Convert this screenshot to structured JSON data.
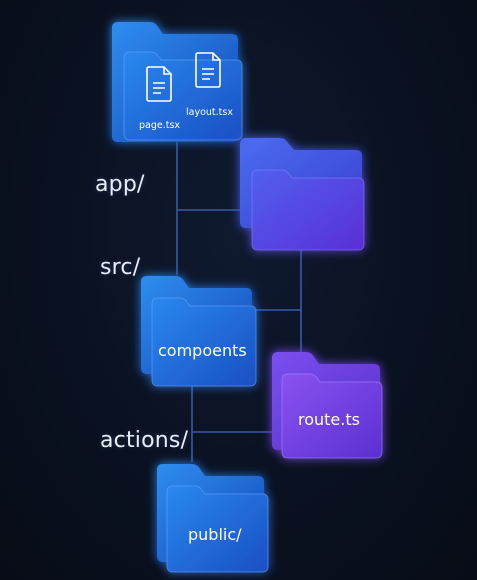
{
  "labels": {
    "app": "app/",
    "src": "src/",
    "actions": "actions/"
  },
  "folders": {
    "app_files": [
      "page.tsx",
      "layout.tsx"
    ],
    "components": "compoents",
    "route": "route.ts",
    "public": "public/"
  },
  "colors": {
    "background": "#0a1120",
    "connector": "#3a63b8",
    "blue_folder": "#1f6fd6",
    "purple_folder": "#6a3fdc"
  }
}
